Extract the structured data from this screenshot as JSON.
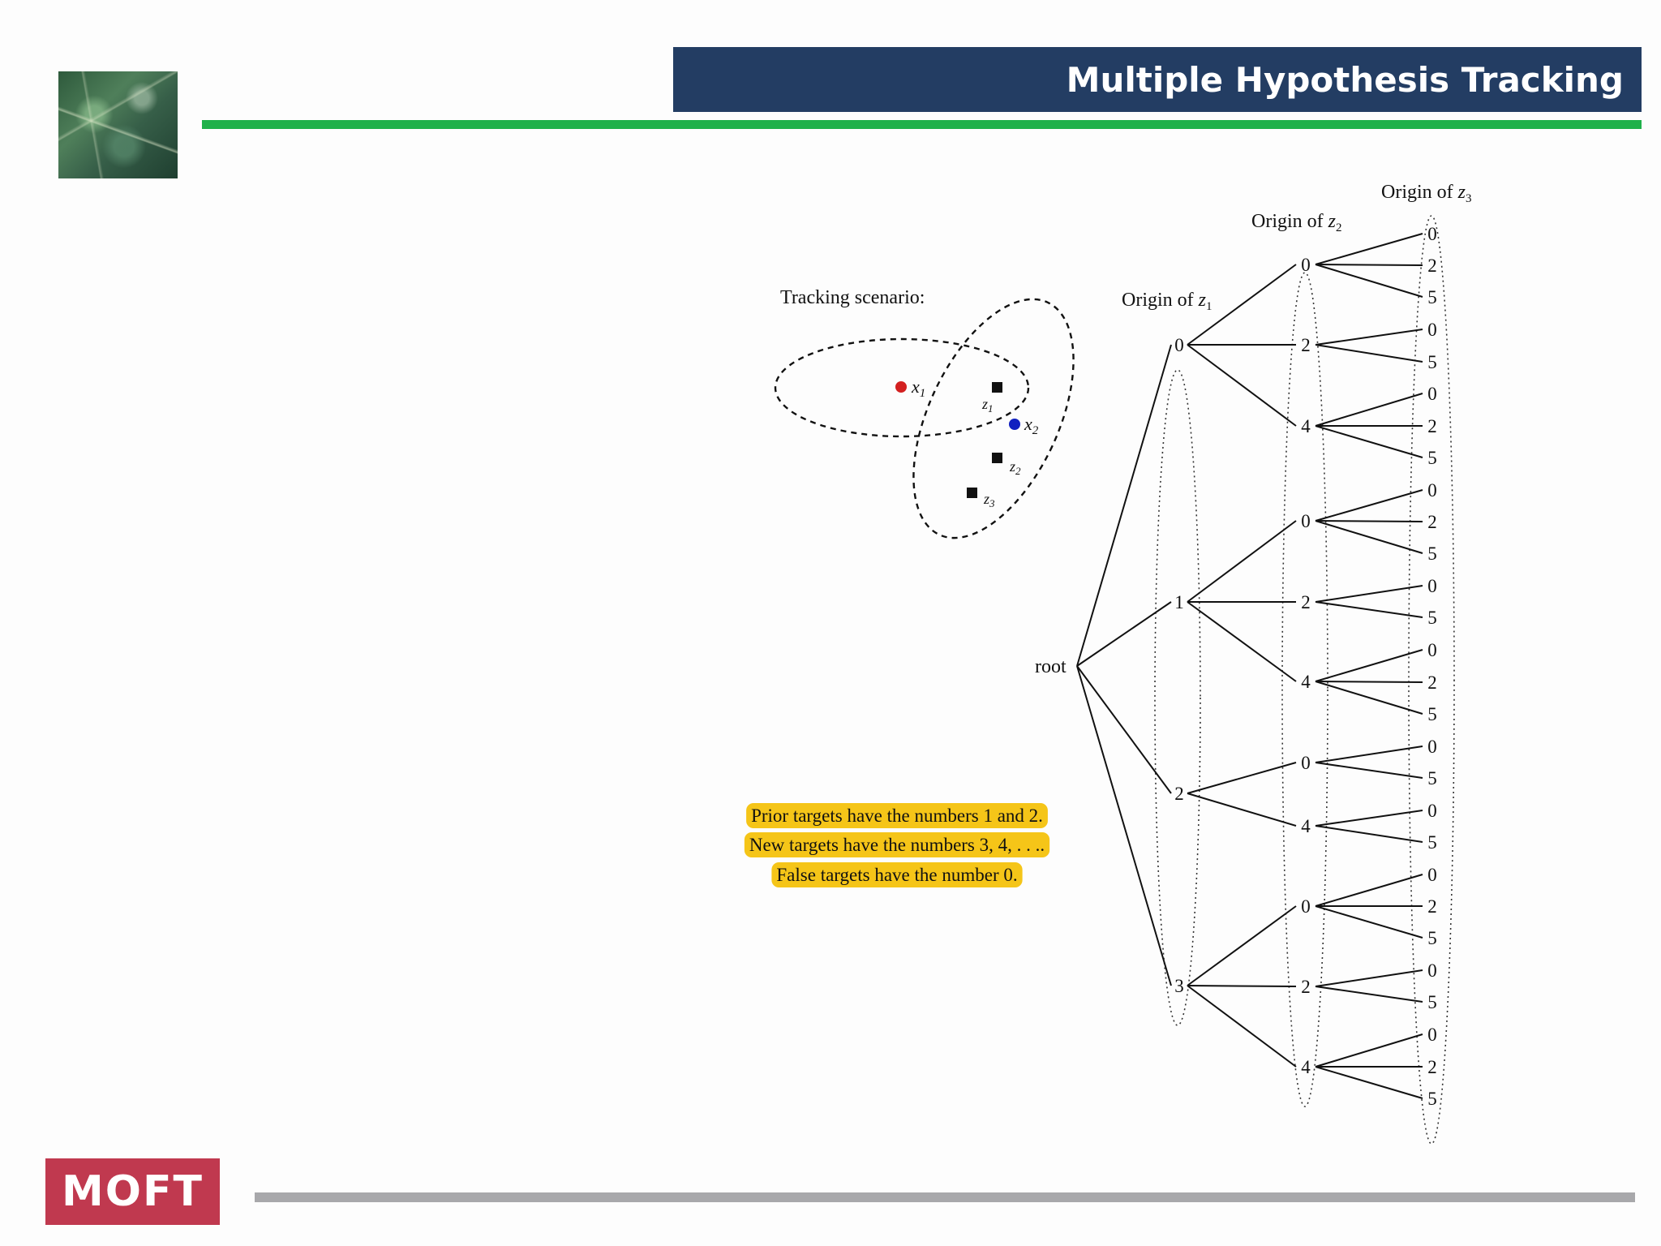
{
  "header": {
    "title": "Multiple Hypothesis Tracking"
  },
  "footer": {
    "logo_text": "MOFT"
  },
  "scenario": {
    "caption": "Tracking scenario:",
    "targets": [
      {
        "symbol": "x",
        "sub": "1",
        "color": "#d32020"
      },
      {
        "symbol": "x",
        "sub": "2",
        "color": "#1020c0"
      }
    ],
    "measurements": [
      {
        "symbol": "z",
        "sub": "1"
      },
      {
        "symbol": "z",
        "sub": "2"
      },
      {
        "symbol": "z",
        "sub": "3"
      }
    ]
  },
  "notes": [
    "Prior targets have the numbers 1 and 2.",
    "New targets have the numbers 3, 4, . . ..",
    "False targets have the number 0."
  ],
  "highlight_color": "#f5c518",
  "tree": {
    "root_label": "root",
    "column_headers": [
      {
        "text": "Origin of ",
        "symbol": "z",
        "sub": "1"
      },
      {
        "text": "Origin of ",
        "symbol": "z",
        "sub": "2"
      },
      {
        "text": "Origin of ",
        "symbol": "z",
        "sub": "3"
      }
    ],
    "level1": [
      "0",
      "1",
      "2",
      "3"
    ],
    "level2": [
      [
        "0",
        "2",
        "4"
      ],
      [
        "0",
        "2",
        "4"
      ],
      [
        "0",
        "4"
      ],
      [
        "0",
        "2",
        "4"
      ]
    ],
    "level3": [
      [
        [
          "0",
          "2",
          "5"
        ],
        [
          "0",
          "5"
        ],
        [
          "0",
          "2",
          "5"
        ]
      ],
      [
        [
          "0",
          "2",
          "5"
        ],
        [
          "0",
          "5"
        ],
        [
          "0",
          "2",
          "5"
        ]
      ],
      [
        [
          "0",
          "5"
        ],
        [
          "0",
          "5"
        ]
      ],
      [
        [
          "0",
          "2",
          "5"
        ],
        [
          "0",
          "5"
        ],
        [
          "0",
          "2",
          "5"
        ]
      ]
    ]
  }
}
